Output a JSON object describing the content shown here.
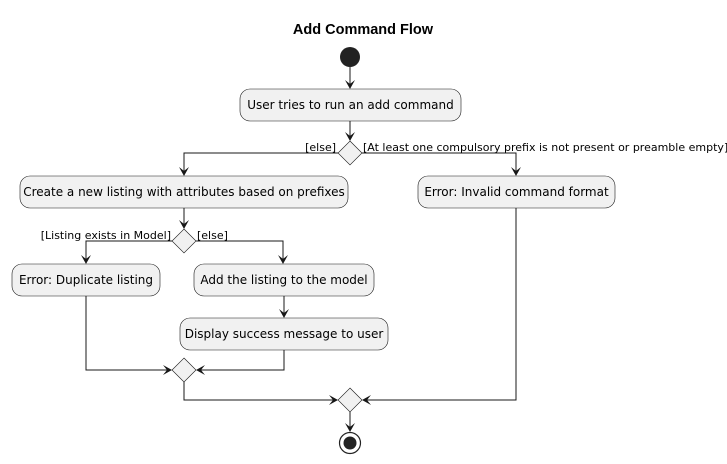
{
  "title": "Add Command Flow",
  "activities": {
    "run_add": "User tries to run an add command",
    "create_listing": "Create a new listing with attributes based on prefixes",
    "invalid_format": "Error: Invalid command format",
    "duplicate": "Error: Duplicate listing",
    "add_to_model": "Add the listing to the model",
    "success": "Display success message to user"
  },
  "guards": {
    "else_1": "[else]",
    "prefix_missing": "[At least one compulsory prefix is not present or preamble empty]",
    "exists": "[Listing exists in Model]",
    "else_2": "[else]"
  }
}
